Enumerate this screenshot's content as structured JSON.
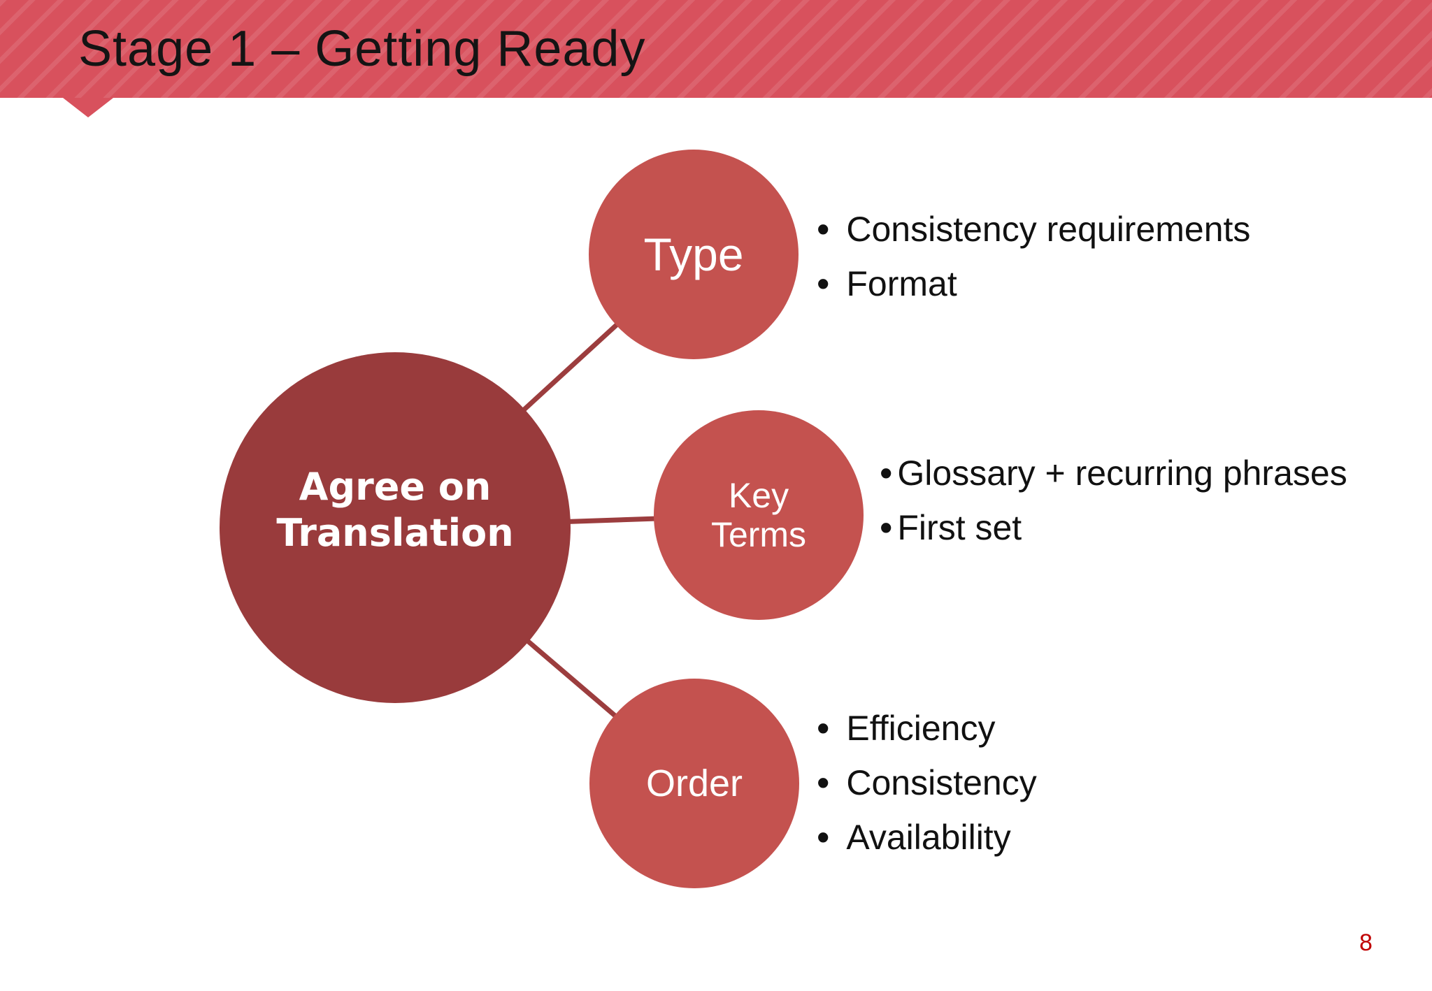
{
  "slide": {
    "title": "Stage 1 – Getting Ready",
    "page_number": "8"
  },
  "ui": {
    "bullet_glyph": "•"
  },
  "colors": {
    "banner": "#D8515D",
    "banner_stripe_highlight": "#DE5E69",
    "center_circle": "#993B3C",
    "branch_circle": "#C4524F",
    "connector": "#9C3D3E",
    "circle_text": "#FFFFFF",
    "body_text": "#111111",
    "title_text": "#141414",
    "page_number": "#C00000"
  },
  "diagram": {
    "center": {
      "label": "Agree on Translation",
      "label_lines": [
        "Agree on",
        "Translation"
      ]
    },
    "branches": [
      {
        "label": "Type",
        "bullets": [
          "Consistency requirements",
          "Format"
        ]
      },
      {
        "label": "Key Terms",
        "label_lines": [
          "Key",
          "Terms"
        ],
        "bullets": [
          "Glossary + recurring phrases",
          "First set"
        ]
      },
      {
        "label": "Order",
        "bullets": [
          "Efficiency",
          "Consistency",
          "Availability"
        ]
      }
    ]
  }
}
